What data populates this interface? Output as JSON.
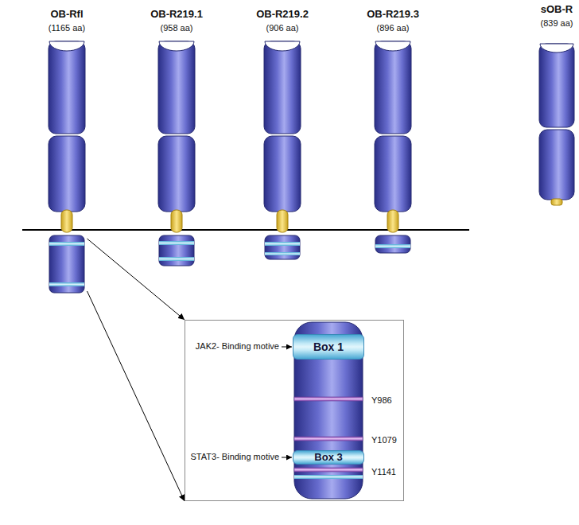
{
  "diagram": {
    "nodes": [
      {
        "text": [
          "OB-Rfl",
          "(1165 aa)"
        ]
      },
      {
        "text": [
          "OB-R219.1",
          "(958 aa)"
        ]
      },
      {
        "text": [
          "OB-R219.2",
          "(906 aa)"
        ]
      },
      {
        "text": [
          "OB-R219.3",
          "(896 aa)"
        ]
      },
      {
        "text": [
          "sOB-R",
          "(839 aa)"
        ]
      },
      {
        "text": [
          "JAK2- Binding motive",
          "Y986",
          "Y1079",
          "STAT3- Binding motive",
          "Y1141"
        ]
      },
      {
        "text": [
          "Box 1"
        ],
        "in": 5
      },
      {
        "text": [
          "Box 3"
        ],
        "in": 5
      }
    ],
    "edges": [
      {
        "from": 0,
        "to": 5,
        "arrow": "to"
      },
      {
        "from": 0,
        "to": 5,
        "arrow": "to"
      }
    ]
  }
}
